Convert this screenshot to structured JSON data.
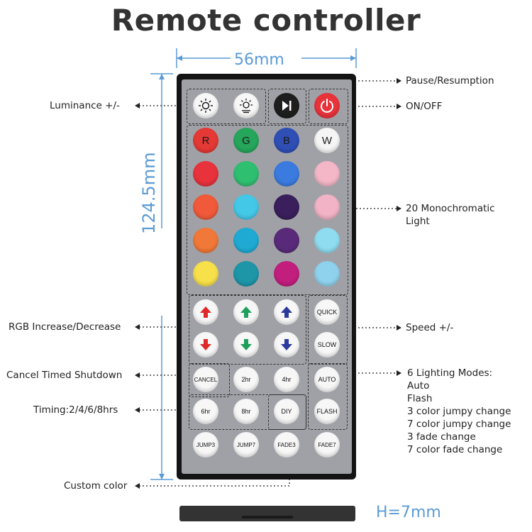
{
  "title": "Remote controller",
  "dimensions": {
    "width": "56mm",
    "height": "124.5mm",
    "thickness": "H=7mm"
  },
  "annotations": {
    "luminance": "Luminance +/-",
    "pause": "Pause/Resumption",
    "onoff": "ON/OFF",
    "mono": "20 Monochromatic",
    "mono2": "Light",
    "rgb": "RGB Increase/Decrease",
    "speed": "Speed +/-",
    "cancel": "Cancel Timed Shutdown",
    "modes_title": "6 Lighting Modes:",
    "modes": [
      "Auto",
      "Flash",
      "3 color jumpy change",
      "7 color jumpy change",
      "3 fade change",
      "7 color fade change"
    ],
    "timing": "Timing:2/4/6/8hrs",
    "custom": "Custom color"
  },
  "buttons": {
    "r": "R",
    "g": "G",
    "b": "B",
    "w": "W",
    "quick": "QUICK",
    "slow": "SLOW",
    "cancel": "CANCEL",
    "h2": "2hr",
    "h4": "4hr",
    "auto": "AUTO",
    "h6": "6hr",
    "h8": "8hr",
    "diy": "DIY",
    "flash": "FLASH",
    "jump3": "JUMP3",
    "jump7": "JUMP7",
    "fade3": "FADE3",
    "fade7": "FADE7"
  },
  "colors": {
    "letter_row": [
      "#e53935",
      "#26a65b",
      "#2f4fb5",
      "#f5f5f5"
    ],
    "row2": [
      "#e8323c",
      "#2fbf71",
      "#3b7be0",
      "#f3b7c8"
    ],
    "row3": [
      "#f05a3a",
      "#44c8e8",
      "#3a1f5c",
      "#f2b3c6"
    ],
    "row4": [
      "#f07838",
      "#1eaad2",
      "#5a2a7a",
      "#8fdcf0"
    ],
    "row5": [
      "#f7e04a",
      "#1e96a8",
      "#c21e7e",
      "#8fd2ee"
    ],
    "power": "#e8333a",
    "dimension": "#5b9bd5"
  }
}
